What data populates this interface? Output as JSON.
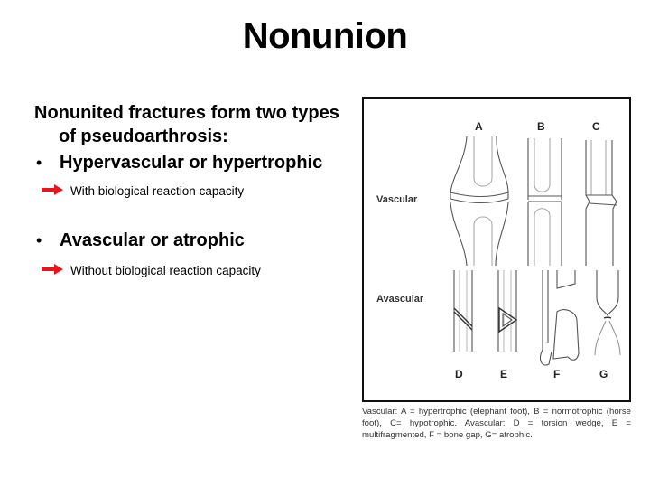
{
  "slide": {
    "title": "Nonunion",
    "lead": "Nonunited fractures form two types of pseudoarthrosis:",
    "bullets": [
      {
        "label": "Hypervascular or hypertrophic",
        "sub": "With biological reaction capacity",
        "sub_icon": "red-arrow-icon"
      },
      {
        "label": "Avascular or atrophic",
        "sub": "Without biological reaction capacity",
        "sub_icon": "red-arrow-icon"
      }
    ],
    "bullet_glyph": "•",
    "accent_color": "#e8161b"
  },
  "figure": {
    "row_labels": [
      "Vascular",
      "Avascular"
    ],
    "top_letters": [
      "A",
      "B",
      "C"
    ],
    "bottom_letters": [
      "D",
      "E",
      "F",
      "G"
    ],
    "caption": "Vascular: A = hypertrophic (elephant foot), B = normotrophic (horse foot), C= hypotrophic. Avascular: D = torsion wedge, E = multifragmented, F = bone gap, G= atrophic."
  }
}
